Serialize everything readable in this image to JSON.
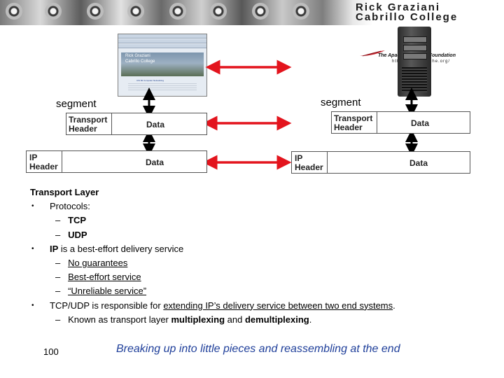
{
  "banner": {
    "name": "Rick Graziani",
    "college": "Cabrillo College"
  },
  "browser_screenshot": {
    "hero_line1": "Rick Graziani",
    "hero_line2": "Cabrillo College",
    "caption": "CIS 82 Computer Networking"
  },
  "server": {
    "apache_name": "The Apache Software Foundation",
    "apache_url": "http://www.apache.org/"
  },
  "left_stack": {
    "segment_label": "segment",
    "transport_header": [
      "Transport",
      "Header"
    ],
    "transport_data": "Data",
    "ip_header": [
      "IP",
      "Header"
    ],
    "ip_data": "Data"
  },
  "right_stack": {
    "segment_label": "segment",
    "transport_header": [
      "Transport",
      "Header"
    ],
    "transport_data": "Data",
    "ip_header": [
      "IP",
      "Header"
    ],
    "ip_data": "Data"
  },
  "body": {
    "heading": "Transport Layer",
    "bullet1": {
      "mark": "•",
      "text": "Protocols:",
      "sub": [
        {
          "dash": "–",
          "text": "TCP"
        },
        {
          "dash": "–",
          "text": "UDP"
        }
      ]
    },
    "bullet2": {
      "mark": "•",
      "strong": "IP",
      "rest": " is a best-effort delivery service",
      "sub": [
        {
          "dash": "–",
          "text": "No guarantees"
        },
        {
          "dash": "–",
          "text": "Best-effort service"
        },
        {
          "dash": "–",
          "text": "“Unreliable service”"
        }
      ]
    },
    "bullet3": {
      "mark": "•",
      "pre": "TCP/UDP is responsible for ",
      "underlined": "extending IP’s delivery service between two end systems",
      "post": ".",
      "sub": {
        "dash": "–",
        "pre": "Known as transport layer ",
        "strong1": "multiplexing",
        "mid": " and ",
        "strong2": "demultiplexing",
        "post": "."
      }
    }
  },
  "footer": {
    "page_number": "100",
    "tagline": "Breaking up into little pieces and reassembling at the end"
  },
  "colors": {
    "arrow_red": "#e3141d",
    "arrow_black": "#000000",
    "tagline_blue": "#1f3f9a"
  }
}
